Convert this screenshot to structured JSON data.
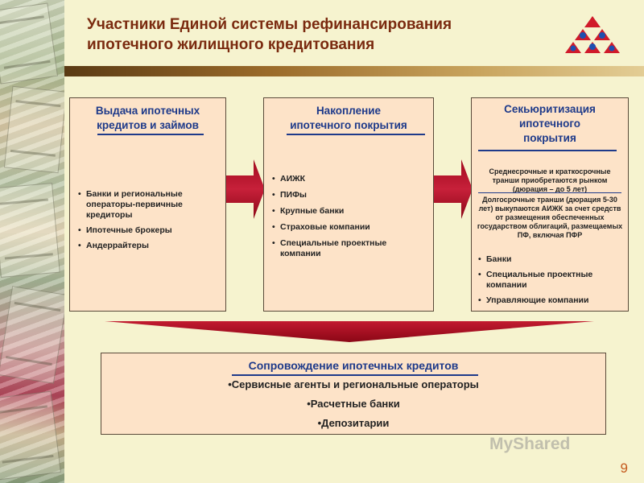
{
  "title": {
    "line1": "Участники Единой системы рефинансирования",
    "line2": "ипотечного жилищного кредитования"
  },
  "boxes": [
    {
      "heading_lines": [
        "Выдача ипотечных",
        "кредитов и займов"
      ],
      "items": [
        "Банки и региональные операторы-первичные кредиторы",
        "Ипотечные брокеры",
        "Андеррайтеры"
      ]
    },
    {
      "heading_lines": [
        "Накопление",
        "ипотечного покрытия"
      ],
      "items": [
        "АИЖК",
        "ПИФы",
        "Крупные банки",
        "Страховые компании",
        "Специальные проектные компании"
      ]
    },
    {
      "heading_lines": [
        "Секьюритизация",
        "ипотечного",
        "покрытия"
      ],
      "notes": [
        "Среднесрочные и краткосрочные транши приобретаются рынком (дюрация – до 5 лет)",
        "Долгосрочные транши (дюрация 5-30 лет) выкупаются АИЖК за счет средств от размещения обеспеченных государством облигаций, размещаемых ПФ, включая ПФР"
      ],
      "items": [
        "Банки",
        "Специальные проектные компании",
        "Управляющие компании"
      ]
    }
  ],
  "support": {
    "heading": "Сопровождение ипотечных кредитов",
    "items": [
      "•Сервисные агенты и региональные операторы",
      "•Расчетные банки",
      "•Депозитарии"
    ]
  },
  "watermark": "MyShared",
  "page_number": "9",
  "colors": {
    "title": "#7a2a0f",
    "heading": "#1e3a8a",
    "box_fill": "#fde3c8",
    "arrow": "#b5122b",
    "background": "#f6f3cf",
    "page_number": "#c55a1e"
  }
}
